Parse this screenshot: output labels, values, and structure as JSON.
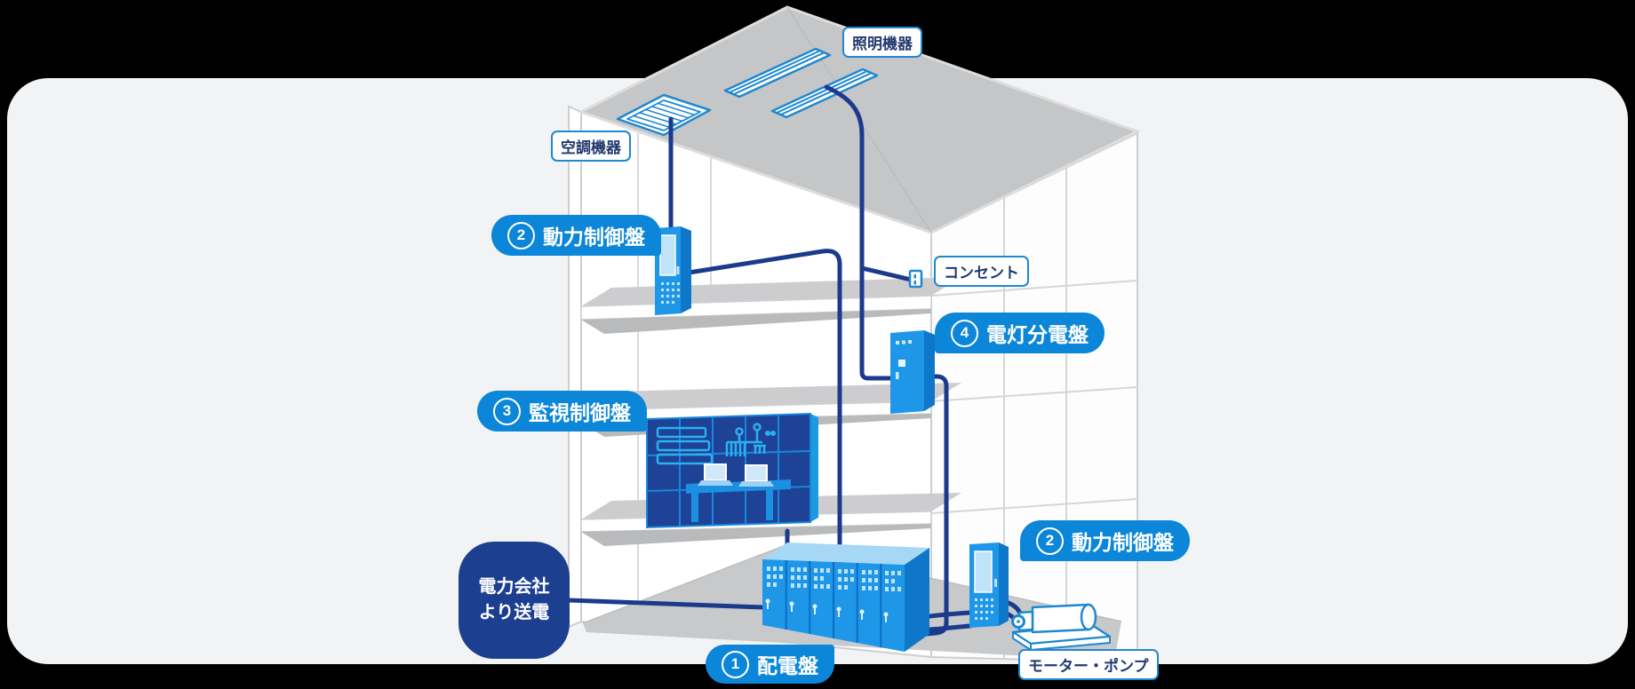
{
  "tags": {
    "lighting": "照明機器",
    "hvac": "空調機器",
    "outlet": "コンセント",
    "motor_pump": "モーター・ポンプ"
  },
  "callouts": {
    "power_panel_4f": {
      "num": "2",
      "text": "動力制御盤"
    },
    "lighting_dist_panel": {
      "num": "4",
      "text": "電灯分電盤"
    },
    "monitoring_panel": {
      "num": "3",
      "text": "監視制御盤"
    },
    "power_panel_1f": {
      "num": "2",
      "text": "動力制御盤"
    },
    "switchboard": {
      "num": "1",
      "text": "配電盤"
    }
  },
  "supply": {
    "line1": "電力会社",
    "line2": "より送電"
  },
  "colors": {
    "background": "#000000",
    "panel_background": "#f2f3f4",
    "callout_blue": "#0c86d8",
    "tag_border_blue": "#1e88d0",
    "tag_text_navy": "#223a6e",
    "equipment_blue": "#1f97e9",
    "equipment_side_blue": "#0e77c9",
    "equipment_screen_blue": "#bfe3f9",
    "switchboard_top_blue": "#a6d7f5",
    "cable_navy": "#1c3a8c",
    "supply_navy": "#1d3f8f",
    "video_wall_navy": "#1e4296",
    "video_wall_grid_blue": "#1787dc",
    "diagram_cyan": "#2bb0f0",
    "building_gray": "#c5c6c8"
  }
}
